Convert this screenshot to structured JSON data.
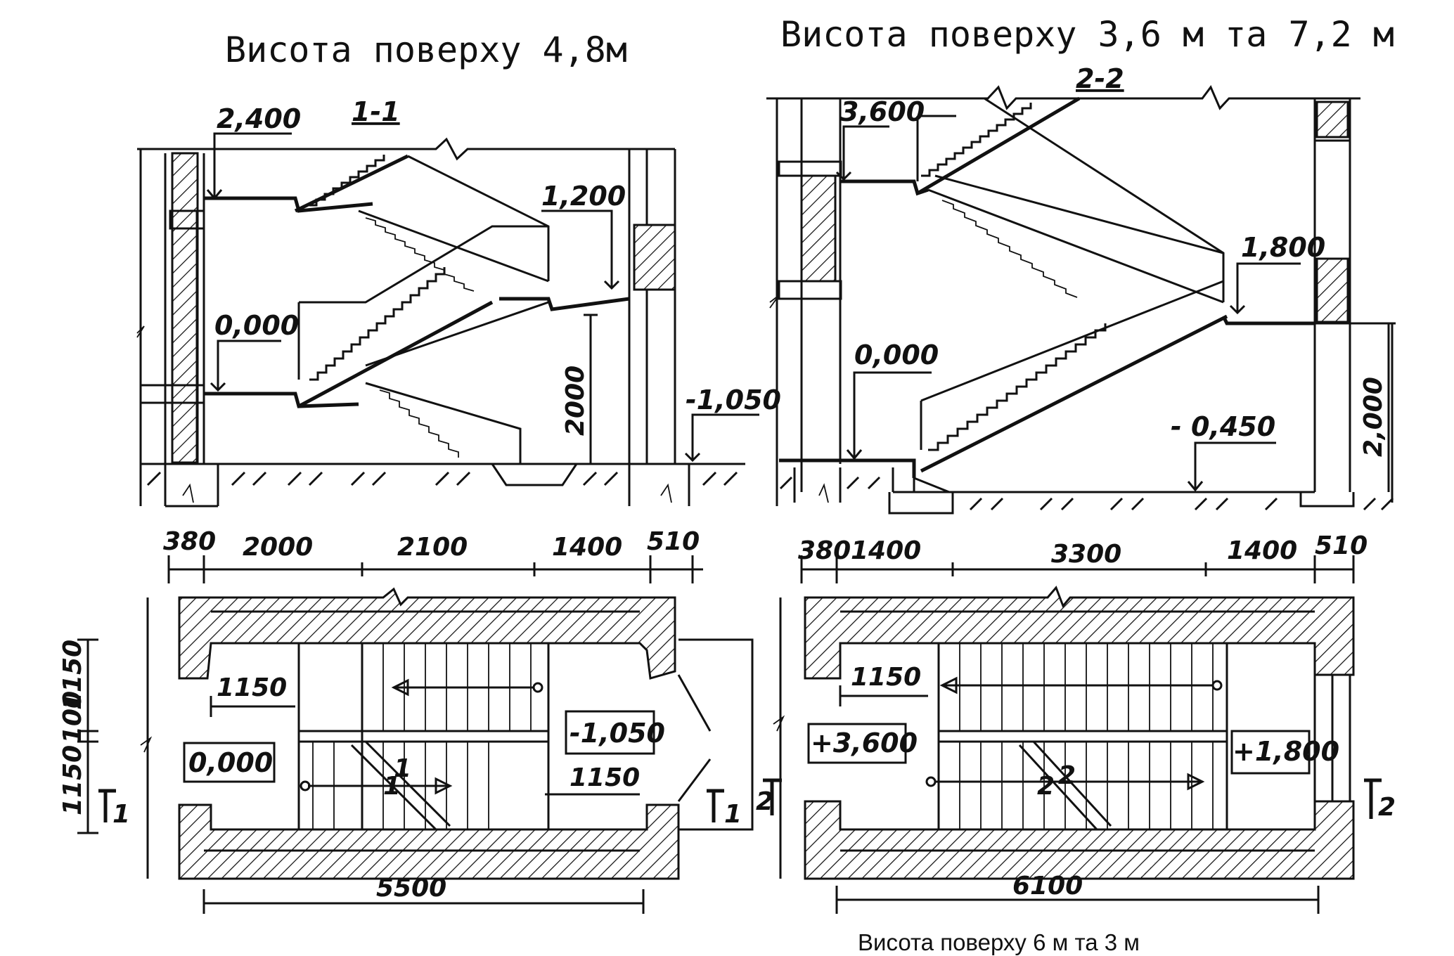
{
  "titles": {
    "left": "Висота поверху 4,8м",
    "right": "Висота поверху 3,6 м та 7,2 м",
    "bottom_caption": "Висота поверху 6 м та 3 м"
  },
  "section_1_1": {
    "label": "1-1",
    "levels": [
      "2,400",
      "1,200",
      "0,000",
      "-1,050"
    ],
    "height_dim": "2000"
  },
  "section_2_2": {
    "label": "2-2",
    "levels": [
      "3,600",
      "1,800",
      "0,000",
      "- 0,450"
    ],
    "height_dim": "2,000"
  },
  "plan_1": {
    "top_dims": [
      "380",
      "2000",
      "2100",
      "1400",
      "510"
    ],
    "left_dims": [
      "1150",
      "100",
      "1150"
    ],
    "inner_dims": [
      "1150",
      "1150"
    ],
    "level_boxes": [
      "0,000",
      "-1,050"
    ],
    "bottom_dim": "5500",
    "cut_marks": [
      "1",
      "1"
    ],
    "stair_marks": [
      "1",
      "1"
    ]
  },
  "plan_2": {
    "top_dims": [
      "380",
      "1400",
      "3300",
      "1400",
      "510"
    ],
    "inner_dims": [
      "1150"
    ],
    "level_boxes": [
      "+3,600",
      "+1,800"
    ],
    "bottom_dim": "6100",
    "cut_marks": [
      "2",
      "2"
    ],
    "stair_marks": [
      "2",
      "2"
    ]
  }
}
